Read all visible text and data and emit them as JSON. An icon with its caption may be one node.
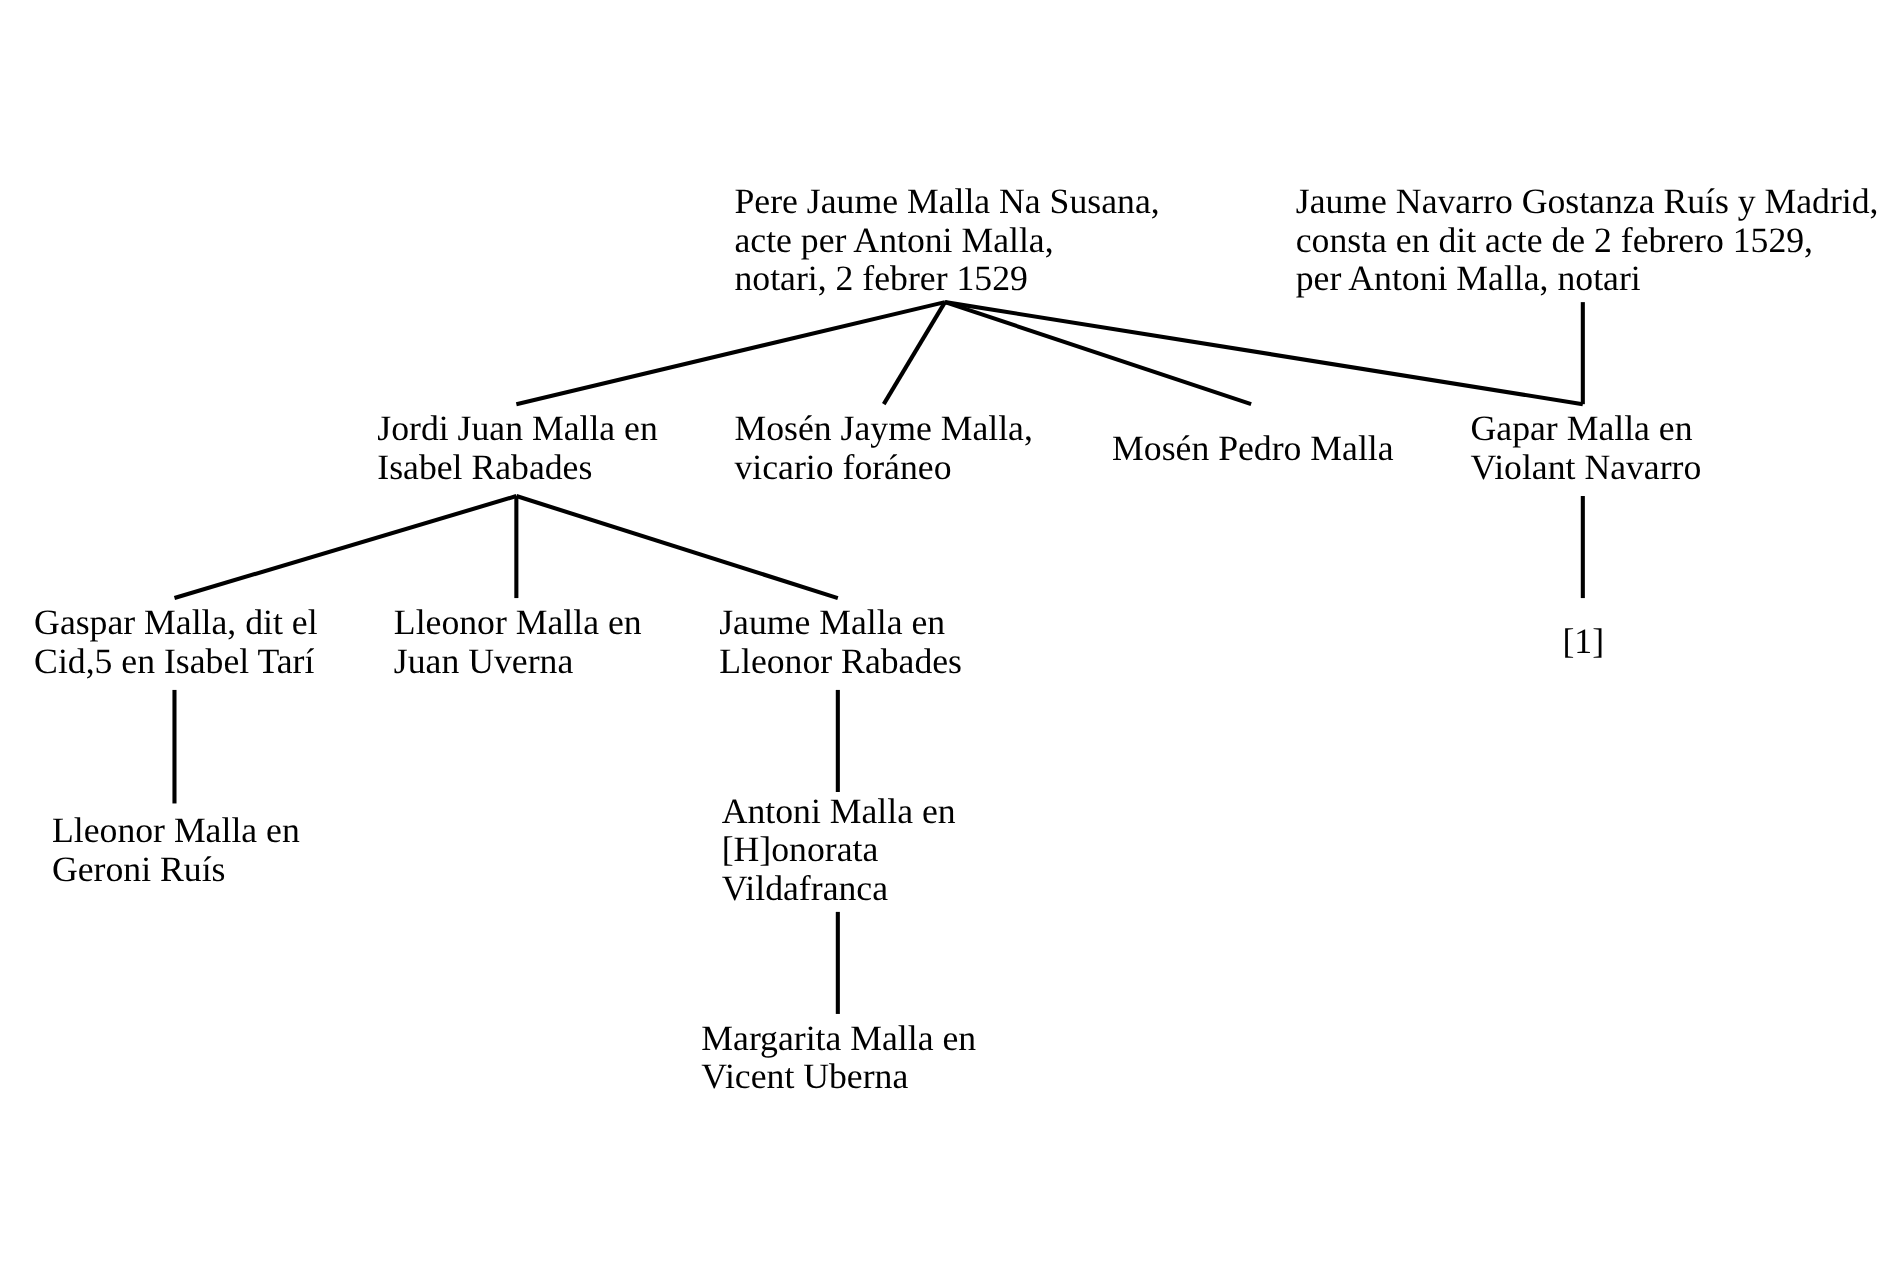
{
  "diagram": {
    "nodes": [
      {
        "text": [
          "Pere Jaume Malla Na Susana, acte per Antoni Malla, notari, 2 febrer 1529"
        ]
      },
      {
        "text": [
          "Jaume Navarro Gostanza Ruís y Madrid, consta en dit acte de 2 febrero 1529, per Antoni Malla, notari"
        ]
      },
      {
        "text": [
          "Jordi Juan Malla en Isabel Rabades"
        ]
      },
      {
        "text": [
          "Mosén Jayme Malla, vicario foráneo"
        ]
      },
      {
        "text": [
          "Mosén Pedro Malla"
        ]
      },
      {
        "text": [
          "Gapar Malla en Violant Navarro"
        ]
      },
      {
        "text": [
          "[1]"
        ]
      },
      {
        "text": [
          "Gaspar Malla, dit el Cid,5 en Isabel Tarí"
        ]
      },
      {
        "text": [
          "Lleonor Malla en Juan Uverna"
        ]
      },
      {
        "text": [
          "Jaume Malla en Lleonor Rabades"
        ]
      },
      {
        "text": [
          "Lleonor Malla en Geroni Ruís"
        ]
      },
      {
        "text": [
          "Antoni Malla en [H]onorata Vildafranca"
        ]
      },
      {
        "text": [
          "Margarita Malla en Vicent Uberna"
        ]
      }
    ],
    "edges": [
      {
        "from": 0,
        "to": 2,
        "arrow": "none"
      },
      {
        "from": 0,
        "to": 3,
        "arrow": "none"
      },
      {
        "from": 0,
        "to": 4,
        "arrow": "none"
      },
      {
        "from": 0,
        "to": 5,
        "arrow": "none"
      },
      {
        "from": 1,
        "to": 5,
        "arrow": "none"
      },
      {
        "from": 5,
        "to": 6,
        "arrow": "none"
      },
      {
        "from": 2,
        "to": 7,
        "arrow": "none"
      },
      {
        "from": 2,
        "to": 8,
        "arrow": "none"
      },
      {
        "from": 2,
        "to": 9,
        "arrow": "none"
      },
      {
        "from": 7,
        "to": 10,
        "arrow": "none"
      },
      {
        "from": 9,
        "to": 11,
        "arrow": "none"
      },
      {
        "from": 11,
        "to": 12,
        "arrow": "none"
      }
    ]
  }
}
